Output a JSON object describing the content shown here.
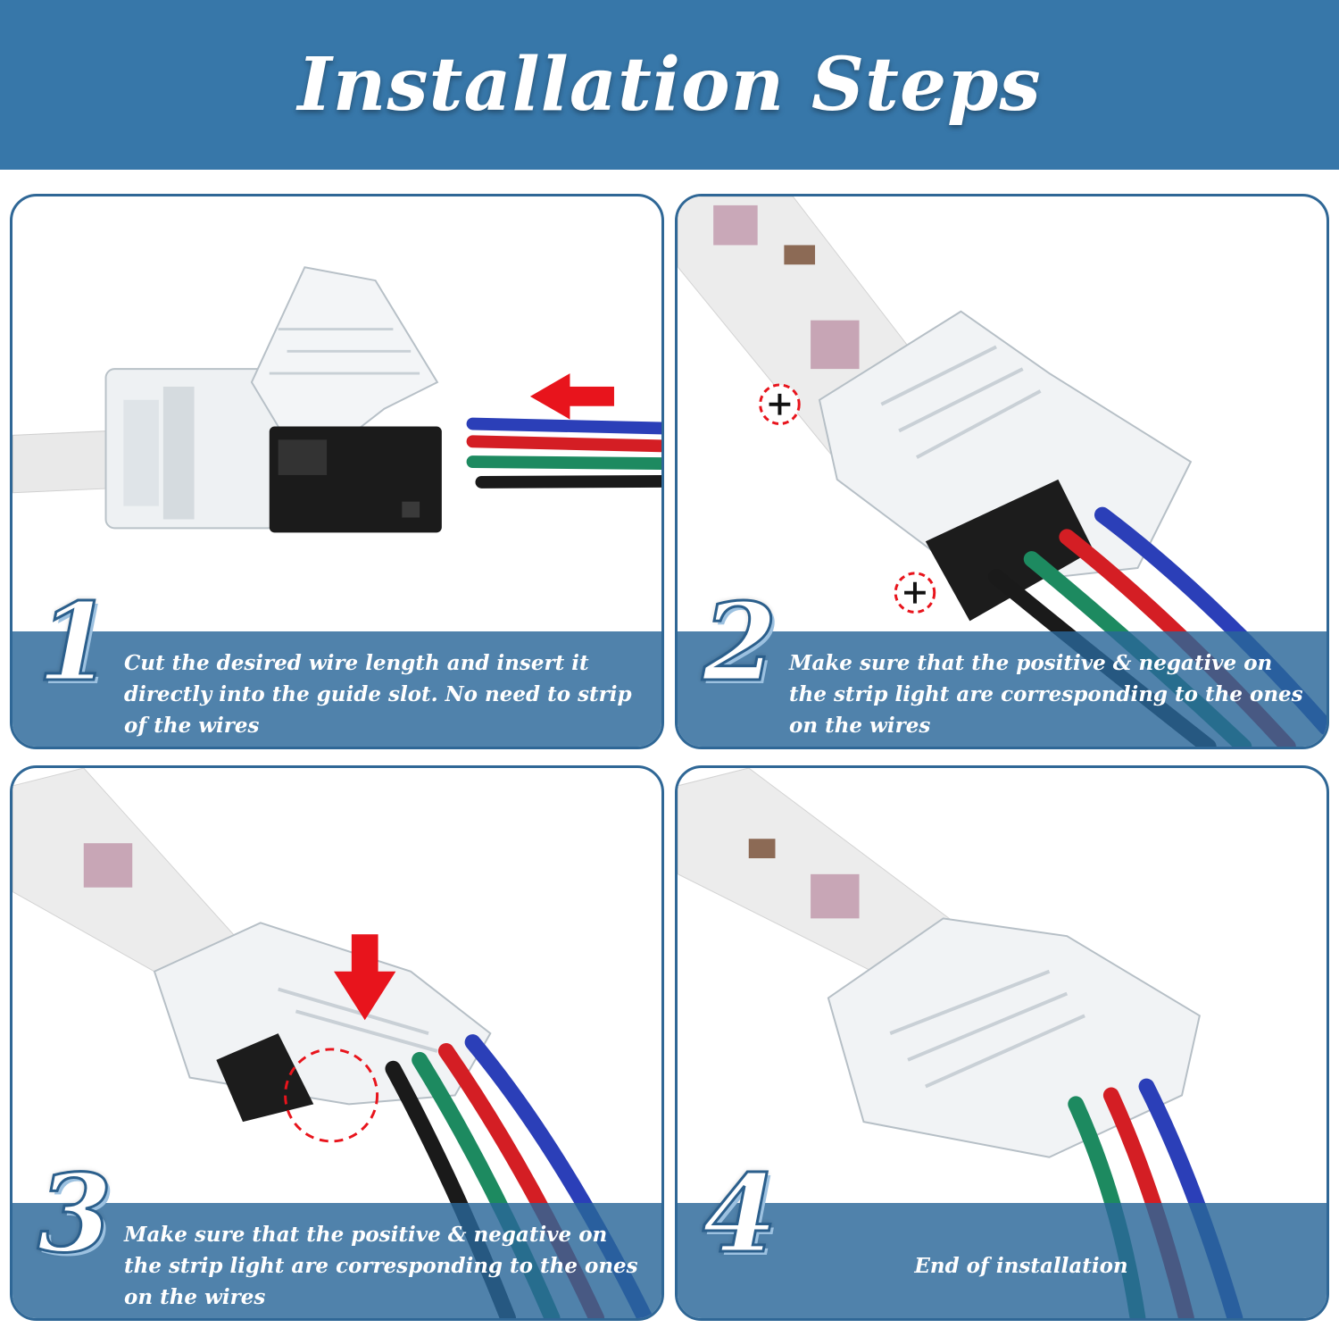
{
  "header": {
    "title": "Installation Steps"
  },
  "colors": {
    "header_bg": "#3777a9",
    "panel_border": "#2f6796",
    "caption_band": "#2a6798",
    "accent_red": "#e8141c"
  },
  "steps": [
    {
      "number": "1",
      "caption": "Cut the desired wire length and insert it directly into the guide slot. No need to strip of the wires"
    },
    {
      "number": "2",
      "caption": "Make sure that the positive & negative on the strip light are corresponding to the ones on the wires"
    },
    {
      "number": "3",
      "caption": "Make sure that the positive & negative on the strip light are corresponding to the ones on the wires"
    },
    {
      "number": "4",
      "caption": "End of installation"
    }
  ],
  "icons": [
    "arrow-left-icon",
    "plus-circle-icon",
    "arrow-down-icon",
    "dashed-circle-icon"
  ]
}
